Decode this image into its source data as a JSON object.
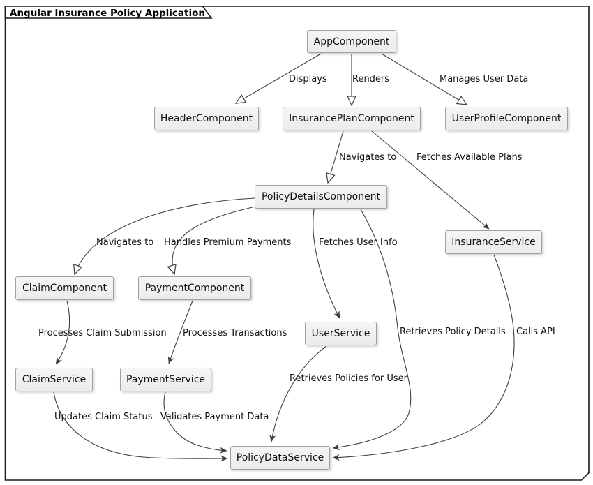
{
  "diagram": {
    "title": "Angular Insurance Policy Application",
    "type": "component-dependency-diagram"
  },
  "colors": {
    "node_fill": "#f0f0f0",
    "node_border": "#a0a0a0",
    "line": "#3f3f3f",
    "text": "#111111",
    "frame_border": "#1a1a1a",
    "background": "#ffffff"
  },
  "nodes": {
    "app": {
      "label": "AppComponent"
    },
    "header": {
      "label": "HeaderComponent"
    },
    "insurancePlan": {
      "label": "InsurancePlanComponent"
    },
    "userProfile": {
      "label": "UserProfileComponent"
    },
    "policyDetails": {
      "label": "PolicyDetailsComponent"
    },
    "insuranceService": {
      "label": "InsuranceService"
    },
    "claimComponent": {
      "label": "ClaimComponent"
    },
    "paymentComponent": {
      "label": "PaymentComponent"
    },
    "userService": {
      "label": "UserService"
    },
    "claimService": {
      "label": "ClaimService"
    },
    "paymentService": {
      "label": "PaymentService"
    },
    "policyDataService": {
      "label": "PolicyDataService"
    }
  },
  "edges": {
    "displays": {
      "from": "AppComponent",
      "to": "HeaderComponent",
      "label": "Displays"
    },
    "renders": {
      "from": "AppComponent",
      "to": "InsurancePlanComponent",
      "label": "Renders"
    },
    "managesUserData": {
      "from": "AppComponent",
      "to": "UserProfileComponent",
      "label": "Manages User Data"
    },
    "navigatesToPolicy": {
      "from": "InsurancePlanComponent",
      "to": "PolicyDetailsComponent",
      "label": "Navigates to"
    },
    "fetchesAvailablePlans": {
      "from": "InsurancePlanComponent",
      "to": "InsuranceService",
      "label": "Fetches Available Plans"
    },
    "navigatesToClaim": {
      "from": "PolicyDetailsComponent",
      "to": "ClaimComponent",
      "label": "Navigates to"
    },
    "handlesPremiumPayments": {
      "from": "PolicyDetailsComponent",
      "to": "PaymentComponent",
      "label": "Handles Premium Payments"
    },
    "fetchesUserInfo": {
      "from": "PolicyDetailsComponent",
      "to": "UserService",
      "label": "Fetches User Info"
    },
    "retrievesPolicyDetails": {
      "from": "PolicyDetailsComponent",
      "to": "PolicyDataService",
      "label": "Retrieves Policy Details"
    },
    "callsApi": {
      "from": "InsuranceService",
      "to": "PolicyDataService",
      "label": "Calls API"
    },
    "processesClaimSubmission": {
      "from": "ClaimComponent",
      "to": "ClaimService",
      "label": "Processes Claim Submission"
    },
    "processesTransactions": {
      "from": "PaymentComponent",
      "to": "PaymentService",
      "label": "Processes Transactions"
    },
    "retrievesPoliciesForUser": {
      "from": "UserService",
      "to": "PolicyDataService",
      "label": "Retrieves Policies for User"
    },
    "updatesClaimStatus": {
      "from": "ClaimService",
      "to": "PolicyDataService",
      "label": "Updates Claim Status"
    },
    "validatesPaymentData": {
      "from": "PaymentService",
      "to": "PolicyDataService",
      "label": "Validates Payment Data"
    }
  }
}
